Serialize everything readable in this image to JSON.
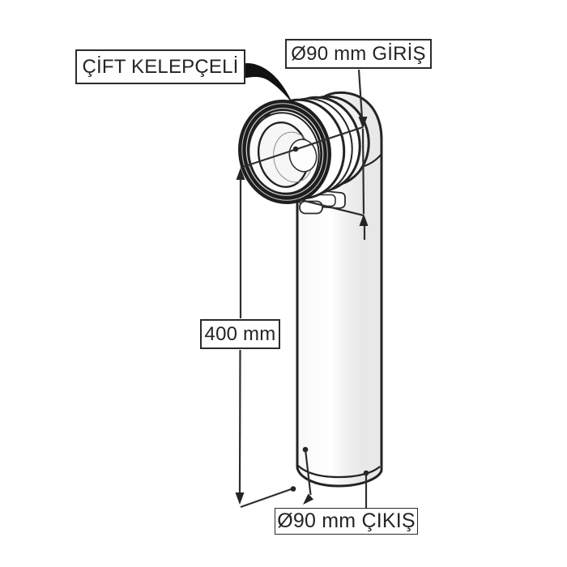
{
  "diagram": {
    "title_hint": "Boiler flue elbow pipe technical drawing",
    "labels": {
      "clamp": "ÇİFT KELEPÇELİ",
      "inlet": "Ø90 mm GİRİŞ",
      "length": "400 mm",
      "outlet": "Ø90 mm ÇIKIŞ"
    },
    "dimensions": {
      "length_mm": 400,
      "inlet_diameter_mm": 90,
      "outlet_diameter_mm": 90
    },
    "colors": {
      "line": "#242424",
      "label_border": "#2b2b2b",
      "pipe_fill_light": "#ffffff",
      "pipe_fill_shade": "#e7e7e7",
      "gasket_dark": "#1e1e1e",
      "background": "#ffffff"
    }
  }
}
